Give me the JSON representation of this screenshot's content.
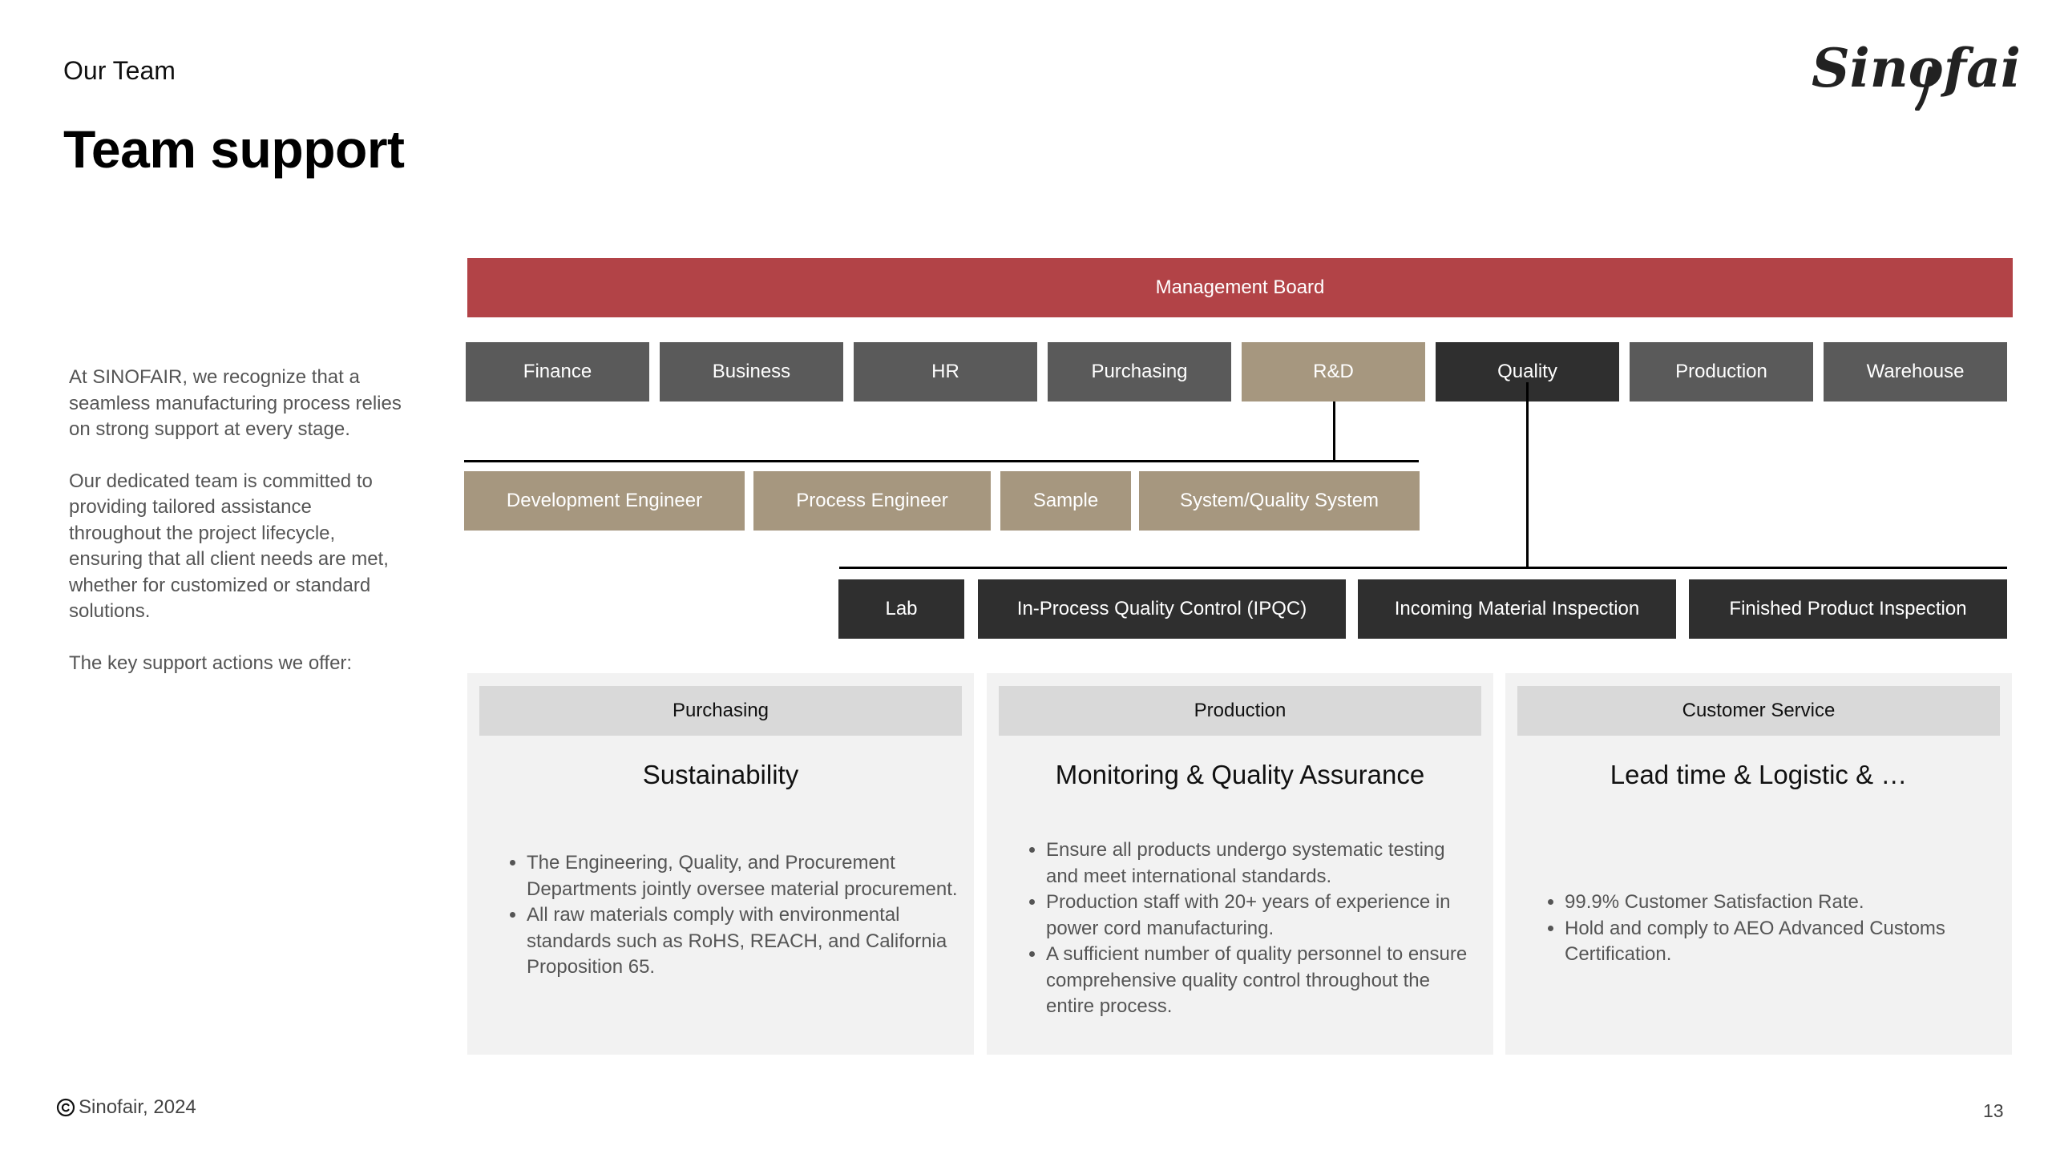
{
  "header": {
    "section": "Our Team",
    "title": "Team support",
    "logo_text": "Sinofair"
  },
  "intro": {
    "paragraphs": [
      "At SINOFAIR, we recognize that a seamless manufacturing process relies on strong support at every stage.",
      "Our dedicated team is committed to providing tailored assistance throughout the project lifecycle, ensuring that all client needs are met, whether for customized or standard solutions.",
      "The key support actions we offer:"
    ]
  },
  "org": {
    "board": "Management Board",
    "departments": [
      "Finance",
      "Business",
      "HR",
      "Purchasing",
      "R&D",
      "Quality",
      "Production",
      "Warehouse"
    ],
    "rnd_units": [
      "Development Engineer",
      "Process Engineer",
      "Sample",
      "System/Quality System"
    ],
    "quality_units": [
      "Lab",
      "In-Process Quality Control (IPQC)",
      "Incoming Material Inspection",
      "Finished Product Inspection"
    ]
  },
  "colors": {
    "board": "#b24347",
    "department": "#5a5a5a",
    "rnd": "#a6977f",
    "quality": "#2f2f2f",
    "card_bg": "#f2f2f2",
    "card_header": "#d9d9d9"
  },
  "cards": [
    {
      "header": "Purchasing",
      "title": "Sustainability",
      "bullets": [
        "The Engineering, Quality, and Procurement Departments jointly oversee material procurement.",
        "All raw materials comply with environmental standards such as RoHS, REACH, and California Proposition 65."
      ]
    },
    {
      "header": "Production",
      "title": "Monitoring & Quality Assurance",
      "bullets": [
        "Ensure all products undergo systematic testing and meet international standards.",
        "Production staff with 20+ years of experience in power cord manufacturing.",
        "A sufficient number of quality personnel to ensure comprehensive quality control throughout the entire process."
      ]
    },
    {
      "header": "Customer Service",
      "title": "Lead time & Logistic & …",
      "bullets": [
        "99.9% Customer Satisfaction Rate.",
        "Hold and comply to AEO Advanced Customs Certification."
      ]
    }
  ],
  "footer": {
    "copyright_icon": "copyright-icon",
    "copyright": "Sinofair, 2024",
    "page_number": "13"
  }
}
